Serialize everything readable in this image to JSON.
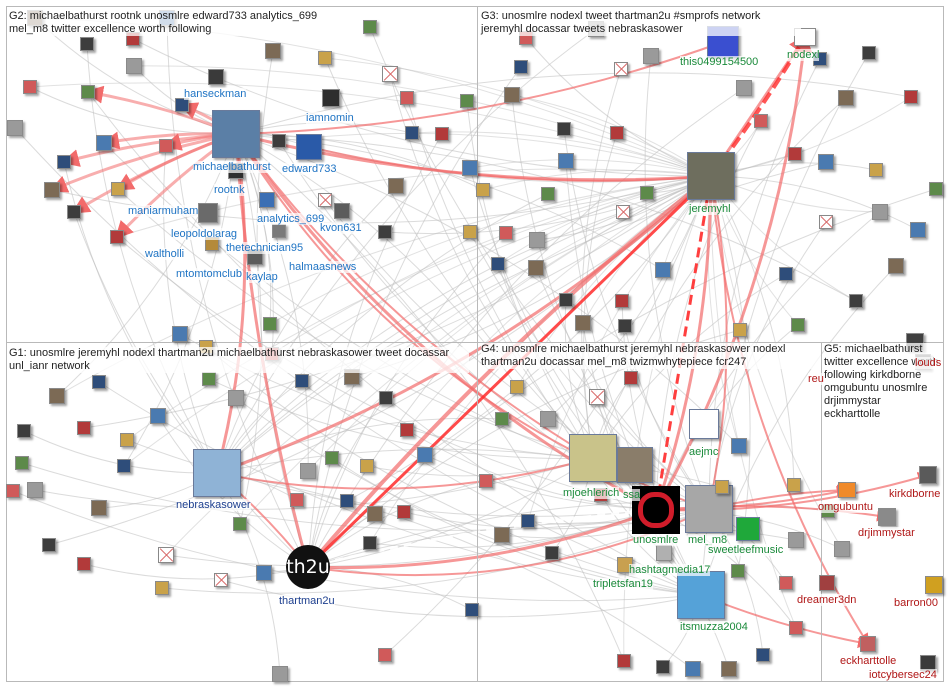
{
  "panels": {
    "g2": "G2: michaelbathurst rootnk unosmlre edward733 analytics_699 mel_m8 twitter excellence worth following",
    "g3": "G3: unosmlre nodexl tweet thartman2u #smprofs network jeremyhl docassar tweets nebraskasower",
    "g1": "G1: unosmlre jeremyhl nodexl thartman2u michaelbathurst nebraskasower tweet docassar unl_ianr network",
    "g4": "G4: unosmlre michaelbathurst jeremyhl nebraskasower nodexl thartman2u docassar mel_m8 twizmwhytepiece fcr247",
    "g5": "G5: michaelbathurst twitter excellence worth following kirkdborne omgubuntu unosmlre drjimmystar eckharttolle"
  },
  "labels": {
    "hanseckman": "hanseckman",
    "iamnomin": "iamnomin",
    "michaelbathurst": "michaelbathurst",
    "edward733": "edward733",
    "rootnk": "rootnk",
    "maniarmuhammad": "maniarmuham",
    "analytics_699": "analytics_699",
    "leopoldolarag": "leopoldolarag",
    "kvon631": "kvon631",
    "thetechnician95": "thetechnician95",
    "waltholl": "waltholli",
    "halmaasnews": "halmaasnews",
    "mtomtomclub": "mtomtomclub",
    "kaylap": "kaylap",
    "this0499154500": "this0499154500",
    "nodexl": "nodexl",
    "jeremyhl": "jeremyhl",
    "nebraskasower": "nebraskasower",
    "thartman2u": "thartman2u",
    "aejmc": "aejmc",
    "mjoehlerich": "mjoehlerich",
    "ssa": "ssa",
    "unosmlre": "unosmlre",
    "mel_m8": "mel_m8",
    "sweetleefmusic": "sweetleefmusic",
    "hashtagmedia": "hashtagmedia17",
    "tripletsfan19": "tripletsfan19",
    "itsmuzza2004": "itsmuzza2004",
    "reu": "reu",
    "louds": "louds",
    "kirkdborne": "kirkdborne",
    "omgubuntu": "omgubuntu",
    "drjimmystar": "drjimmystar",
    "dreamer3dn": "dreamer3dn",
    "barron00": "barron00",
    "eckharttolle": "eckharttolle",
    "iotcybersec24": "iotcybersec24"
  },
  "hub_text": {
    "th2u": "th2u"
  },
  "colors": {
    "edge_gray": "#bdbdbd",
    "edge_red": "#f26b6b",
    "edge_red_strong": "#ff2a2a",
    "panel_border": "#b9b9b9"
  }
}
